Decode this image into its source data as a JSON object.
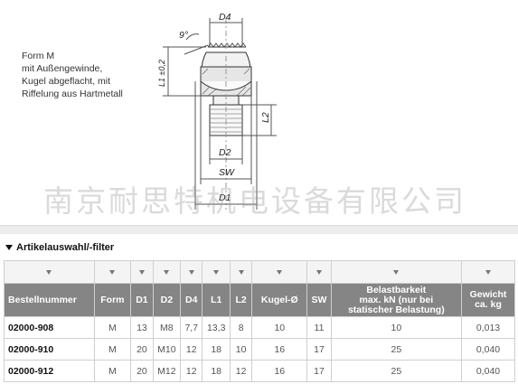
{
  "description": {
    "lines": [
      "Form M",
      "mit Außengewinde,",
      "Kugel abgeflacht, mit",
      "Riffelung aus Hartmetall"
    ]
  },
  "drawing": {
    "labels": {
      "angle": "9°",
      "d4": "D4",
      "l1": "L1 ±0,2",
      "l2": "L2",
      "d2": "D2",
      "sw": "SW",
      "d1": "D1"
    }
  },
  "watermark": "南京耐思特机电设备有限公司",
  "filter": {
    "title": "Artikelauswahl/-filter"
  },
  "table": {
    "headers": [
      "Bestellnummer",
      "Form",
      "D1",
      "D2",
      "D4",
      "L1",
      "L2",
      "Kugel-Ø",
      "SW",
      "Belastbarkeit max. kN (nur bei statischer Belastung)",
      "Gewicht ca. kg"
    ],
    "header_lines": {
      "belast": [
        "Belastbarkeit",
        "max. kN (nur bei",
        "statischer Belastung)"
      ],
      "gewicht": [
        "Gewicht",
        "ca. kg"
      ]
    },
    "rows": [
      [
        "02000-908",
        "M",
        "13",
        "M8",
        "7,7",
        "13,3",
        "8",
        "10",
        "11",
        "10",
        "0,013"
      ],
      [
        "02000-910",
        "M",
        "20",
        "M10",
        "12",
        "18",
        "10",
        "16",
        "17",
        "25",
        "0,040"
      ],
      [
        "02000-912",
        "M",
        "20",
        "M12",
        "12",
        "18",
        "12",
        "16",
        "17",
        "25",
        "0,040"
      ]
    ]
  },
  "colors": {
    "header_bg": "#858585",
    "sort_bg": "#f4f4f4",
    "border": "#cfcfcf"
  }
}
